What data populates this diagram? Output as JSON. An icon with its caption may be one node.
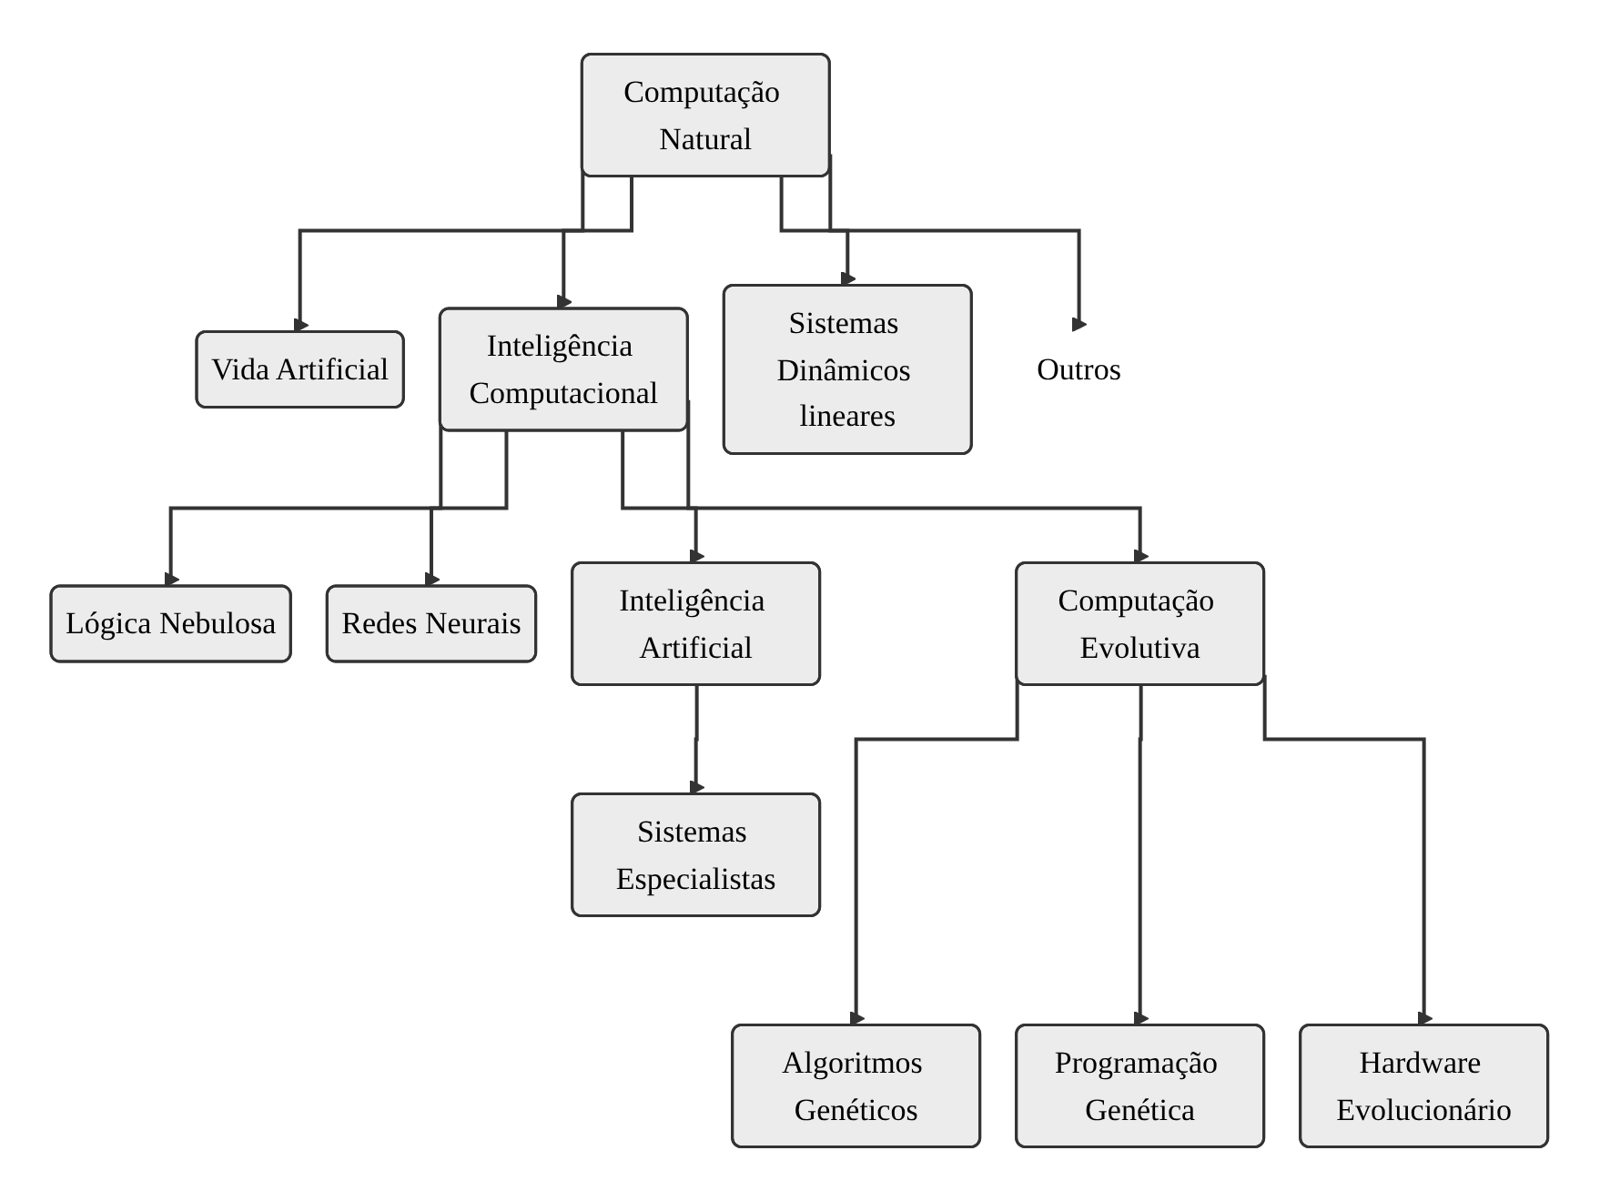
{
  "diagram": {
    "nodes": [
      {
        "text": [
          "Computação Natural"
        ]
      },
      {
        "text": [
          "Vida Artificial"
        ]
      },
      {
        "text": [
          "Inteligência Computacional"
        ]
      },
      {
        "text": [
          "Sistemas Dinâmicos lineares"
        ]
      },
      {
        "text": [
          "Outros"
        ]
      },
      {
        "text": [
          "Lógica Nebulosa"
        ]
      },
      {
        "text": [
          "Redes Neurais"
        ]
      },
      {
        "text": [
          "Computação Evolutiva"
        ]
      },
      {
        "text": [
          "Inteligência Artificial"
        ]
      },
      {
        "text": [
          "Sistemas Especialistas"
        ]
      },
      {
        "text": [
          "Algoritmos Genéticos"
        ]
      },
      {
        "text": [
          "Programação Genética"
        ]
      },
      {
        "text": [
          "Hardware Evolucionário"
        ]
      }
    ],
    "edges": [
      {
        "from": 0,
        "to": 1,
        "arrow": "to"
      },
      {
        "from": 0,
        "to": 2,
        "arrow": "to"
      },
      {
        "from": 0,
        "to": 3,
        "arrow": "to"
      },
      {
        "from": 0,
        "to": 4,
        "arrow": "to"
      },
      {
        "from": 2,
        "to": 5,
        "arrow": "to"
      },
      {
        "from": 2,
        "to": 6,
        "arrow": "to"
      },
      {
        "from": 2,
        "to": 7,
        "arrow": "to"
      },
      {
        "from": 2,
        "to": 8,
        "arrow": "to"
      },
      {
        "from": 8,
        "to": 9,
        "arrow": "to"
      },
      {
        "from": 7,
        "to": 10,
        "arrow": "to"
      },
      {
        "from": 7,
        "to": 11,
        "arrow": "to"
      },
      {
        "from": 7,
        "to": 12,
        "arrow": "to"
      }
    ]
  }
}
